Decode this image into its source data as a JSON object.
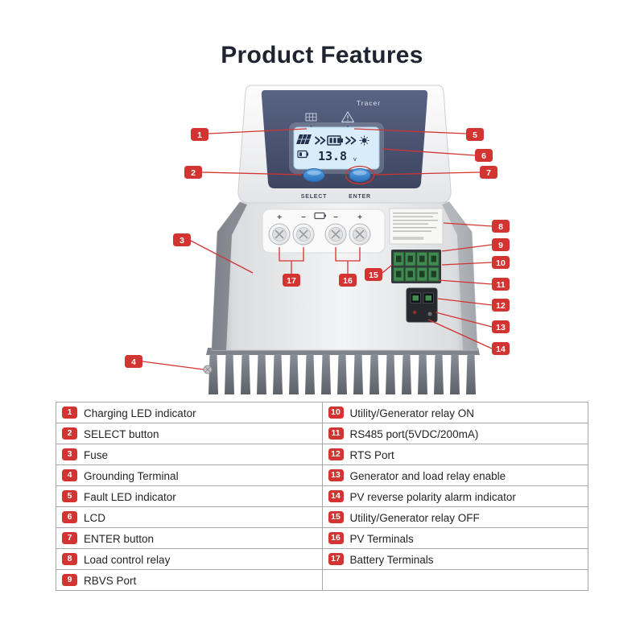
{
  "title": "Product Features",
  "device": {
    "brand": "Tracer",
    "lcd": {
      "value": "13.8",
      "unit": "v"
    },
    "buttons": {
      "select": "SELECT",
      "enter": "ENTER"
    },
    "terminal_signs": [
      "+",
      "−",
      "−",
      "+"
    ]
  },
  "colors": {
    "accent_red": "#d23431",
    "panel_navy": "#49536e",
    "lcd_blue": "#d8edf9",
    "button_blue": "#3a8ad6",
    "connector_green": "#3f8b51"
  },
  "callouts": [
    "1",
    "2",
    "3",
    "4",
    "5",
    "6",
    "7",
    "8",
    "9",
    "10",
    "11",
    "12",
    "13",
    "14",
    "15",
    "16",
    "17"
  ],
  "table": {
    "left": [
      {
        "num": "1",
        "label": "Charging LED indicator"
      },
      {
        "num": "2",
        "label": "SELECT button"
      },
      {
        "num": "3",
        "label": "Fuse"
      },
      {
        "num": "4",
        "label": "Grounding Terminal"
      },
      {
        "num": "5",
        "label": "Fault LED indicator"
      },
      {
        "num": "6",
        "label": "LCD"
      },
      {
        "num": "7",
        "label": "ENTER button"
      },
      {
        "num": "8",
        "label": "Load control relay"
      },
      {
        "num": "9",
        "label": "RBVS Port"
      }
    ],
    "right": [
      {
        "num": "10",
        "label": "Utility/Generator relay ON"
      },
      {
        "num": "11",
        "label": "RS485 port(5VDC/200mA)"
      },
      {
        "num": "12",
        "label": "RTS Port"
      },
      {
        "num": "13",
        "label": "Generator and load relay enable"
      },
      {
        "num": "14",
        "label": "PV reverse polarity alarm indicator"
      },
      {
        "num": "15",
        "label": "Utility/Generator relay OFF"
      },
      {
        "num": "16",
        "label": "PV Terminals"
      },
      {
        "num": "17",
        "label": "Battery Terminals"
      }
    ]
  }
}
